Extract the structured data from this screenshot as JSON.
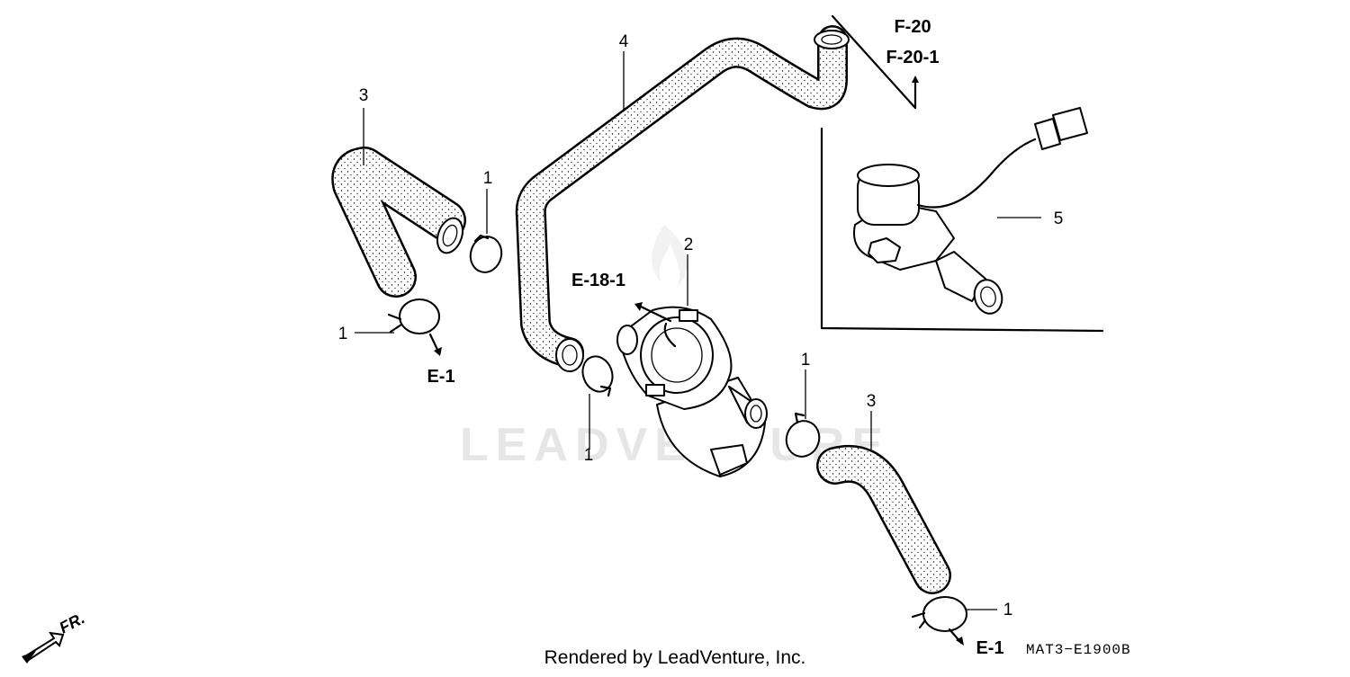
{
  "diagram": {
    "callouts": {
      "clip_upper_left": "1",
      "clip_left": "1",
      "clip_lower_center": "1",
      "clip_right": "1",
      "clip_bottom_right": "1",
      "hose_valve": "2",
      "hose_upper_left": "3",
      "hose_lower_right": "3",
      "hose_long": "4",
      "solenoid": "5"
    },
    "references": {
      "e1_left": "E-1",
      "e1_bottom": "E-1",
      "e18_1": "E-18-1",
      "f20": "F-20",
      "f20_1": "F-20-1"
    },
    "direction_label": "FR.",
    "diagram_code": "MAT3−E1900B",
    "watermark": "LEADVENTURE",
    "footer_text": "Rendered by LeadVenture, Inc."
  }
}
